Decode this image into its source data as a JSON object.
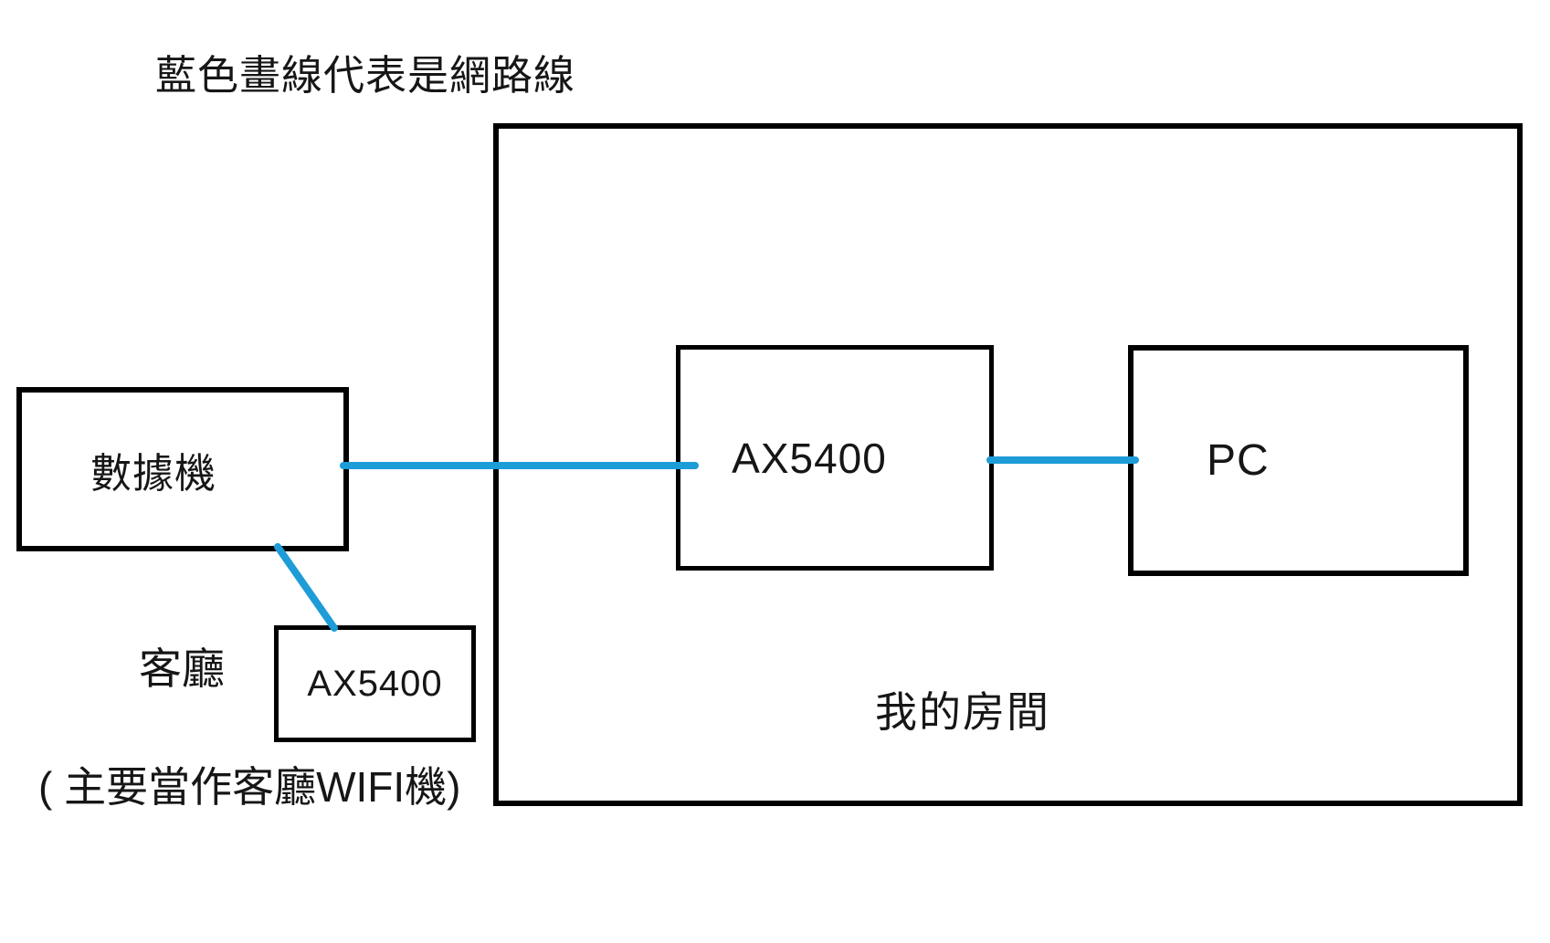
{
  "colors": {
    "cable_blue": "#1E9CD8",
    "ink": "#000000"
  },
  "title": "藍色畫線代表是網路線",
  "rooms": {
    "my_room": {
      "label": "我的房間"
    },
    "living_room": {
      "label": "客廳"
    }
  },
  "nodes": {
    "modem": {
      "label": "數據機"
    },
    "router_main": {
      "label": "AX5400"
    },
    "router_living": {
      "label": "AX5400"
    },
    "pc": {
      "label": "PC"
    }
  },
  "notes": {
    "living_room_router_note": "( 主要當作客廳WIFI機)"
  },
  "edges": [
    {
      "from": "modem",
      "to": "router_main",
      "type": "network-cable",
      "color": "#1E9CD8"
    },
    {
      "from": "modem",
      "to": "router_living",
      "type": "network-cable",
      "color": "#1E9CD8"
    },
    {
      "from": "router_main",
      "to": "pc",
      "type": "network-cable",
      "color": "#1E9CD8"
    }
  ]
}
